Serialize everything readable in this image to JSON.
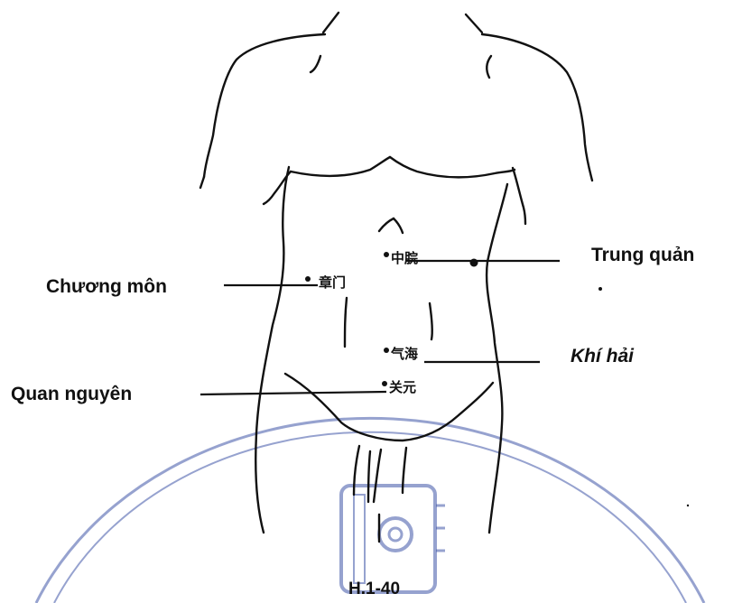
{
  "labels": {
    "trung_quan": "Trung quản",
    "chuong_mon": "Chương môn",
    "khi_hai": "Khí hải",
    "quan_nguyen": "Quan nguyên"
  },
  "cjk": {
    "zhongwan": "中脘",
    "zhangmen": "章门",
    "qihai": "气海",
    "guanyuan": "关元"
  },
  "figure_caption": "H.1-40",
  "colors": {
    "line": "#111111",
    "watermark": "#3f55a8"
  }
}
